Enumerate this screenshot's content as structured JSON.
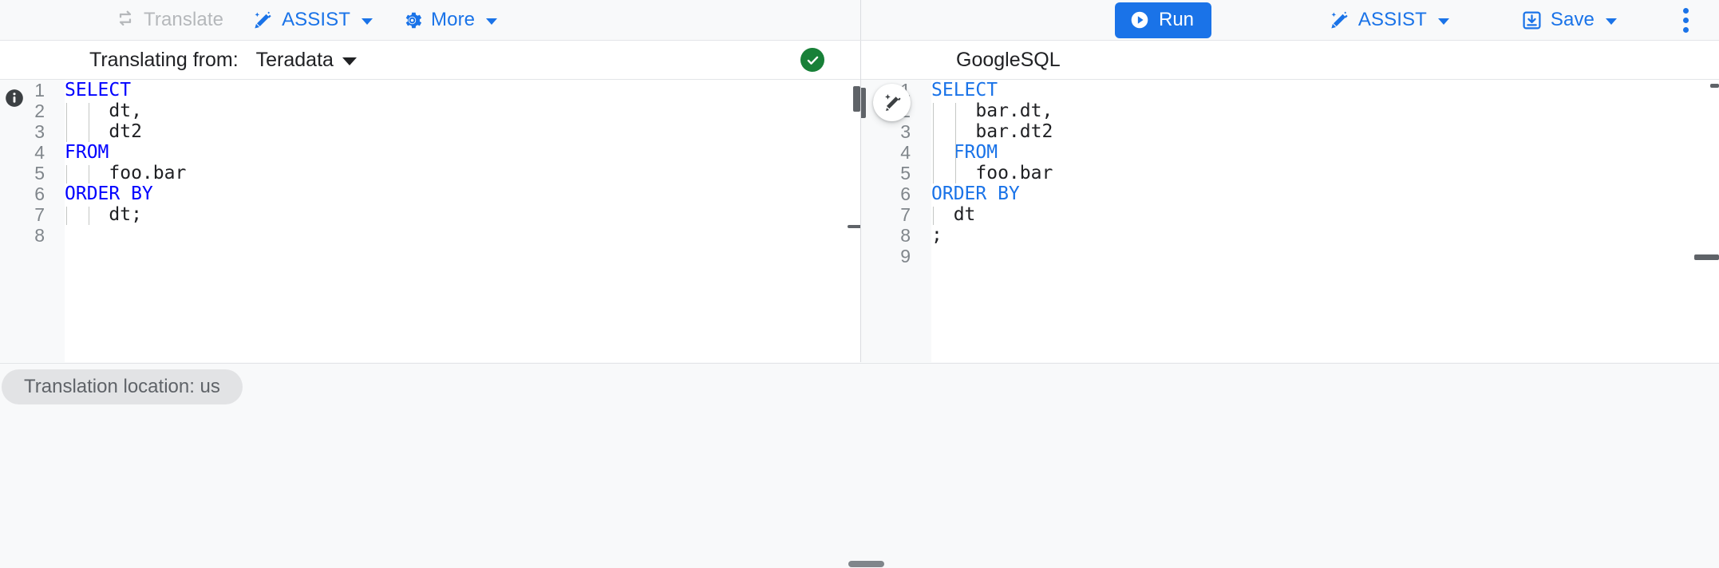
{
  "toolbar": {
    "left_actions": [
      {
        "id": "translate",
        "label": "Translate",
        "icon": "swap-horizontal-icon",
        "disabled": true,
        "caret": false
      },
      {
        "id": "assist-left",
        "label": "ASSIST",
        "icon": "magic-pen-icon",
        "disabled": false,
        "caret": true
      },
      {
        "id": "more",
        "label": "More",
        "icon": "gear-icon",
        "disabled": false,
        "caret": true
      }
    ],
    "run": {
      "label": "Run",
      "icon": "play-circle-icon"
    },
    "right_actions": [
      {
        "id": "assist-right",
        "label": "ASSIST",
        "icon": "magic-pen-icon",
        "caret": true
      },
      {
        "id": "save",
        "label": "Save",
        "icon": "save-download-icon",
        "caret": true
      }
    ],
    "overflow": {
      "icon": "kebab-menu-icon",
      "label": "More options"
    }
  },
  "left_pane": {
    "header": {
      "label": "Translating from:",
      "dialect": "Teradata",
      "status_icon": "check-circle-icon",
      "status": "valid"
    },
    "lines": [
      {
        "n": "1",
        "segments": [
          {
            "t": "SELECT",
            "k": true
          }
        ],
        "indent": 0,
        "squiggle": true
      },
      {
        "n": "2",
        "segments": [
          {
            "t": "    dt,",
            "k": false
          }
        ],
        "indent": 2
      },
      {
        "n": "3",
        "segments": [
          {
            "t": "    dt2",
            "k": false
          }
        ],
        "indent": 2
      },
      {
        "n": "4",
        "segments": [
          {
            "t": "FROM",
            "k": true
          }
        ],
        "indent": 0
      },
      {
        "n": "5",
        "segments": [
          {
            "t": "    foo.bar",
            "k": false
          }
        ],
        "indent": 2
      },
      {
        "n": "6",
        "segments": [
          {
            "t": "ORDER BY",
            "k": true
          }
        ],
        "indent": 0
      },
      {
        "n": "7",
        "segments": [
          {
            "t": "    dt;",
            "k": false
          }
        ],
        "indent": 2
      },
      {
        "n": "8",
        "segments": [
          {
            "t": "",
            "k": false
          }
        ],
        "indent": 0
      }
    ],
    "gutter_icon": "info-icon"
  },
  "right_pane": {
    "header": {
      "dialect": "GoogleSQL"
    },
    "fab": {
      "icon": "magic-pen-icon",
      "label": "ASSIST"
    },
    "resize_handle": "vertical-drag-handle",
    "lines": [
      {
        "n": "1",
        "segments": [
          {
            "t": "SELECT",
            "k": true
          }
        ],
        "indent": 0
      },
      {
        "n": "2",
        "segments": [
          {
            "t": "    bar.dt,",
            "k": false
          }
        ],
        "indent": 2
      },
      {
        "n": "3",
        "segments": [
          {
            "t": "    bar.dt2",
            "k": false
          }
        ],
        "indent": 2
      },
      {
        "n": "4",
        "segments": [
          {
            "t": "  FROM",
            "k": true
          }
        ],
        "indent": 1
      },
      {
        "n": "5",
        "segments": [
          {
            "t": "    foo.bar",
            "k": false
          }
        ],
        "indent": 2
      },
      {
        "n": "6",
        "segments": [
          {
            "t": "ORDER BY",
            "k": true
          }
        ],
        "indent": 0
      },
      {
        "n": "7",
        "segments": [
          {
            "t": "  dt",
            "k": false
          }
        ],
        "indent": 1
      },
      {
        "n": "8",
        "segments": [
          {
            "t": ";",
            "k": false
          }
        ],
        "indent": 0
      },
      {
        "n": "9",
        "segments": [
          {
            "t": "",
            "k": false
          }
        ],
        "indent": 0
      }
    ]
  },
  "status_bar": {
    "location_chip": "Translation location: us",
    "resize_handle": "horizontal-drag-handle"
  },
  "colors": {
    "accent_blue": "#1a73e8",
    "keyword_left": "#0000ff",
    "keyword_right": "#1a73e8",
    "success_green": "#188038",
    "disabled_gray": "#b5b8bb",
    "chip_bg": "#e2e3e5",
    "surface": "#f8f9fa"
  }
}
